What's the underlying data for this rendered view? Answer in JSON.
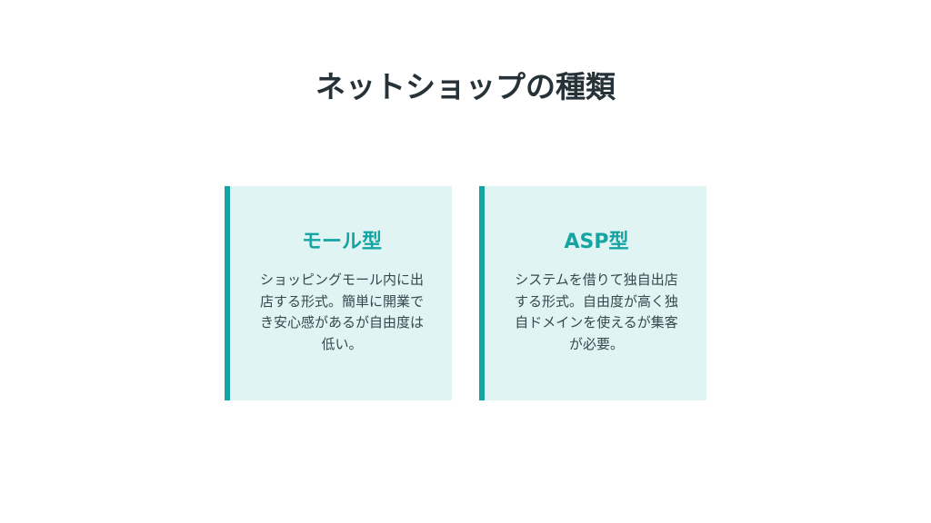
{
  "slide": {
    "title": "ネットショップの種類",
    "cards": [
      {
        "title": "モール型",
        "body": "ショッピングモール内に出店する形式。簡単に開業でき安心感があるが自由度は低い。"
      },
      {
        "title": "ASP型",
        "body": "システムを借りて独自出店する形式。自由度が高く独自ドメインを使えるが集客が必要。"
      }
    ]
  },
  "colors": {
    "accent": "#14a5a2",
    "card_background": "#e0f4f3",
    "title_text": "#263238",
    "body_text": "#37474f"
  }
}
